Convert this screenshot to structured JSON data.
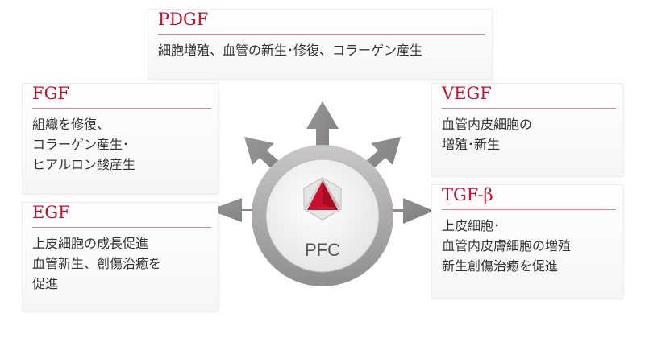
{
  "center_label": "PFC",
  "factors": {
    "pdgf": {
      "title": "PDGF",
      "body": "細胞増殖、血管の新生･修復、コラーゲン産生"
    },
    "fgf": {
      "title": "FGF",
      "body": "組織を修復、\nコラーゲン産生･\nヒアルロン酸産生"
    },
    "egf": {
      "title": "EGF",
      "body": "上皮細胞の成長促進\n血管新生、創傷治癒を\n促進"
    },
    "vegf": {
      "title": "VEGF",
      "body": "血管内皮細胞の\n増殖･新生"
    },
    "tgf": {
      "title": "TGF-β",
      "body": "上皮細胞･\n血管内皮膚細胞の増殖\n新生創傷治癒を促進"
    }
  },
  "colors": {
    "accent": "#c8102e",
    "arrow": "#8c8a8a",
    "ring": "#a7a5a5",
    "text": "#333333"
  },
  "icons": [
    "pfc-logo-icon",
    "arrow-up-icon",
    "arrow-up-left-icon",
    "arrow-up-right-icon",
    "arrow-left-icon",
    "arrow-right-icon"
  ]
}
